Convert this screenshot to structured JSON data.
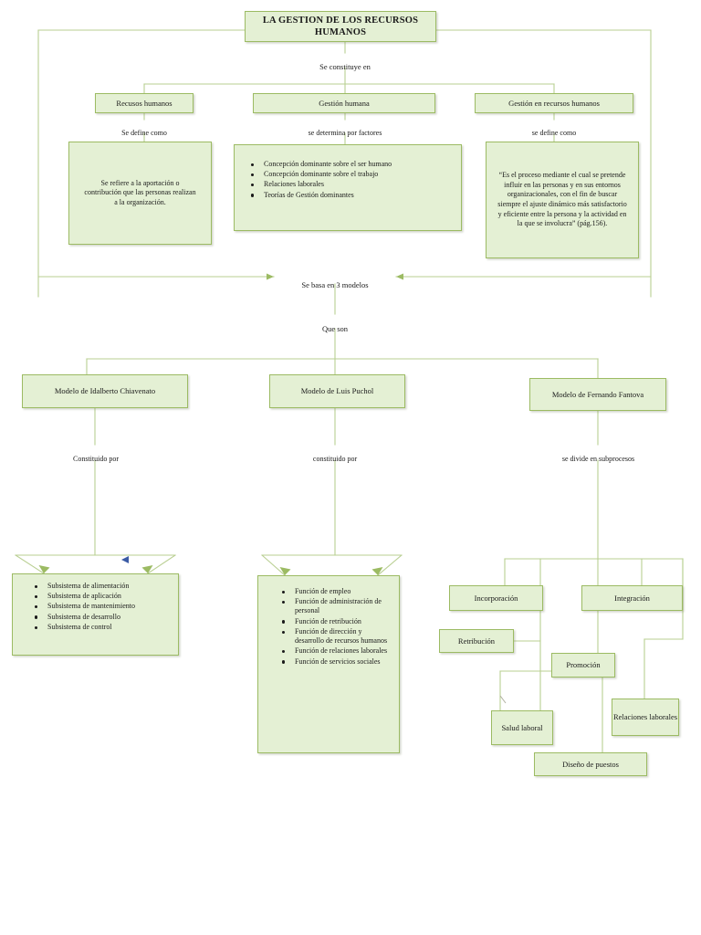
{
  "title": {
    "text": "LA GESTION DE LOS RECURSOS HUMANOS"
  },
  "connector_labels": {
    "se_constituye_en": "Se constituye en",
    "se_define_como_left": "Se define como",
    "se_determina_por_factores": "se determina por factores",
    "se_define_como_right": "se define como",
    "se_basa_en_3_modelos": "Se basa en 3 modelos",
    "que_son": "Que son",
    "constituido_por_left": "Constituido por",
    "constituido_por_mid": "constituido  por",
    "se_divide_en_subprocesos": "se divide en  subprocesos"
  },
  "level2": {
    "recursos_humanos": "Recusos humanos",
    "gestion_humana": "Gestión humana",
    "gestion_en_recursos_humanos": "Gestión en recursos humanos"
  },
  "definitions": {
    "recursos_humanos_def": "Se refiere a la aportación o contribución que las personas realizan a la organización.",
    "factores": [
      "Concepción dominante sobre el ser humano",
      "Concepción dominante sobre el trabajo",
      "Relaciones laborales",
      "Teorías de Gestión dominantes"
    ],
    "gestion_quote": "“Es el proceso mediante el cual se pretende influir en las personas y en sus entornos organizacionales, con el fin de buscar siempre el ajuste dinámico más satisfactorio y eficiente entre la persona y la actividad en la que se involucra” (pág.156)."
  },
  "models": {
    "chiavenato": "Modelo de Idalberto Chiavenato",
    "puchol": "Modelo de Luis Puchol",
    "fantova": "Modelo de Fernando Fantova"
  },
  "chiavenato_subsystems": [
    "Subsistema de alimentación",
    "Subsistema de aplicación",
    "Subsistema de mantenimiento",
    "Subsistema de desarrollo",
    "Subsistema de control"
  ],
  "puchol_functions": [
    "Función de empleo",
    "Función de administración de personal",
    "Función de retribución",
    "Función de dirección y desarrollo de recursos humanos",
    "Función de relaciones laborales",
    "Función de servicios sociales"
  ],
  "fantova_subprocesses": {
    "incorporacion": "Incorporación",
    "integracion": "Integración",
    "retribucion": "Retribución",
    "promocion": "Promoción",
    "salud_laboral": "Salud laboral",
    "relaciones_laborales": "Relaciones laborales",
    "diseno_de_puestos": "Diseño de puestos"
  },
  "colors": {
    "box_fill": "#e4f0d4",
    "box_border": "#9cbb63",
    "connector": "#b9cf92",
    "text": "#1a1a1a",
    "stray_marker": "#3b5ba5"
  }
}
